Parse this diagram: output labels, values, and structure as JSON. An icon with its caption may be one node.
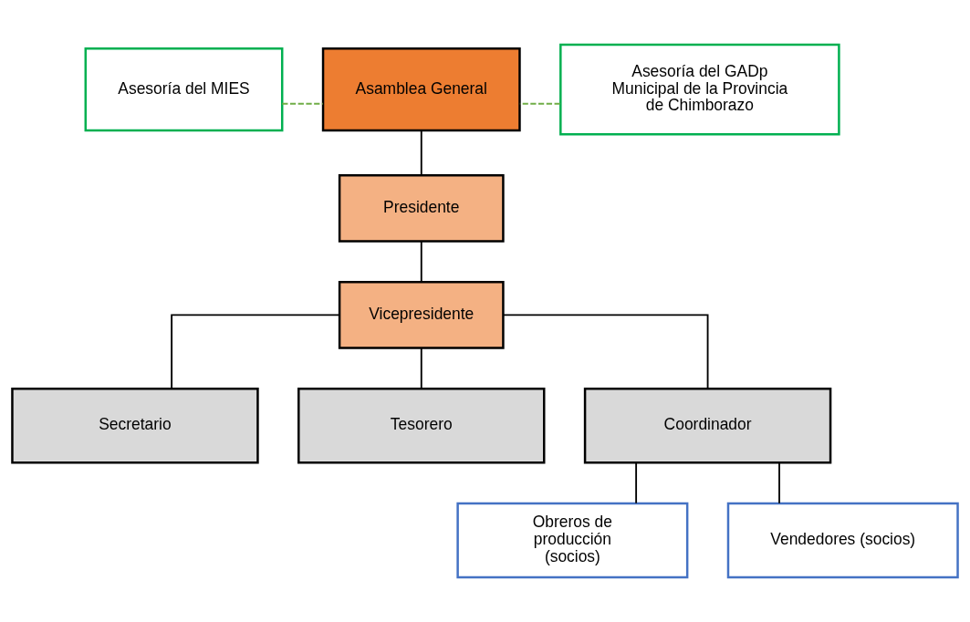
{
  "diagram": {
    "nodes": [
      {
        "text": [
          "Asamblea General"
        ]
      },
      {
        "text": [
          "Asesoría del MIES"
        ]
      },
      {
        "text": [
          "Asesoría del GADp Municipal de la Provincia de Chimborazo"
        ]
      },
      {
        "text": [
          "Presidente"
        ]
      },
      {
        "text": [
          "Vicepresidente"
        ]
      },
      {
        "text": [
          "Secretario"
        ]
      },
      {
        "text": [
          "Tesorero"
        ]
      },
      {
        "text": [
          "Coordinador"
        ]
      },
      {
        "text": [
          "Obreros de producción (socios)"
        ]
      },
      {
        "text": [
          "Vendedores (socios)"
        ]
      }
    ],
    "edges": [
      {
        "from": 0,
        "to": 3,
        "arrow": "none"
      },
      {
        "from": 1,
        "to": 0,
        "arrow": "none",
        "style": "dashed",
        "color": "#70ad47"
      },
      {
        "from": 2,
        "to": 0,
        "arrow": "none",
        "style": "dashed",
        "color": "#70ad47"
      },
      {
        "from": 3,
        "to": 4,
        "arrow": "none"
      },
      {
        "from": 4,
        "to": 5,
        "arrow": "none"
      },
      {
        "from": 4,
        "to": 6,
        "arrow": "none"
      },
      {
        "from": 4,
        "to": 7,
        "arrow": "none"
      },
      {
        "from": 7,
        "to": 8,
        "arrow": "none"
      },
      {
        "from": 7,
        "to": 9,
        "arrow": "none"
      }
    ]
  }
}
